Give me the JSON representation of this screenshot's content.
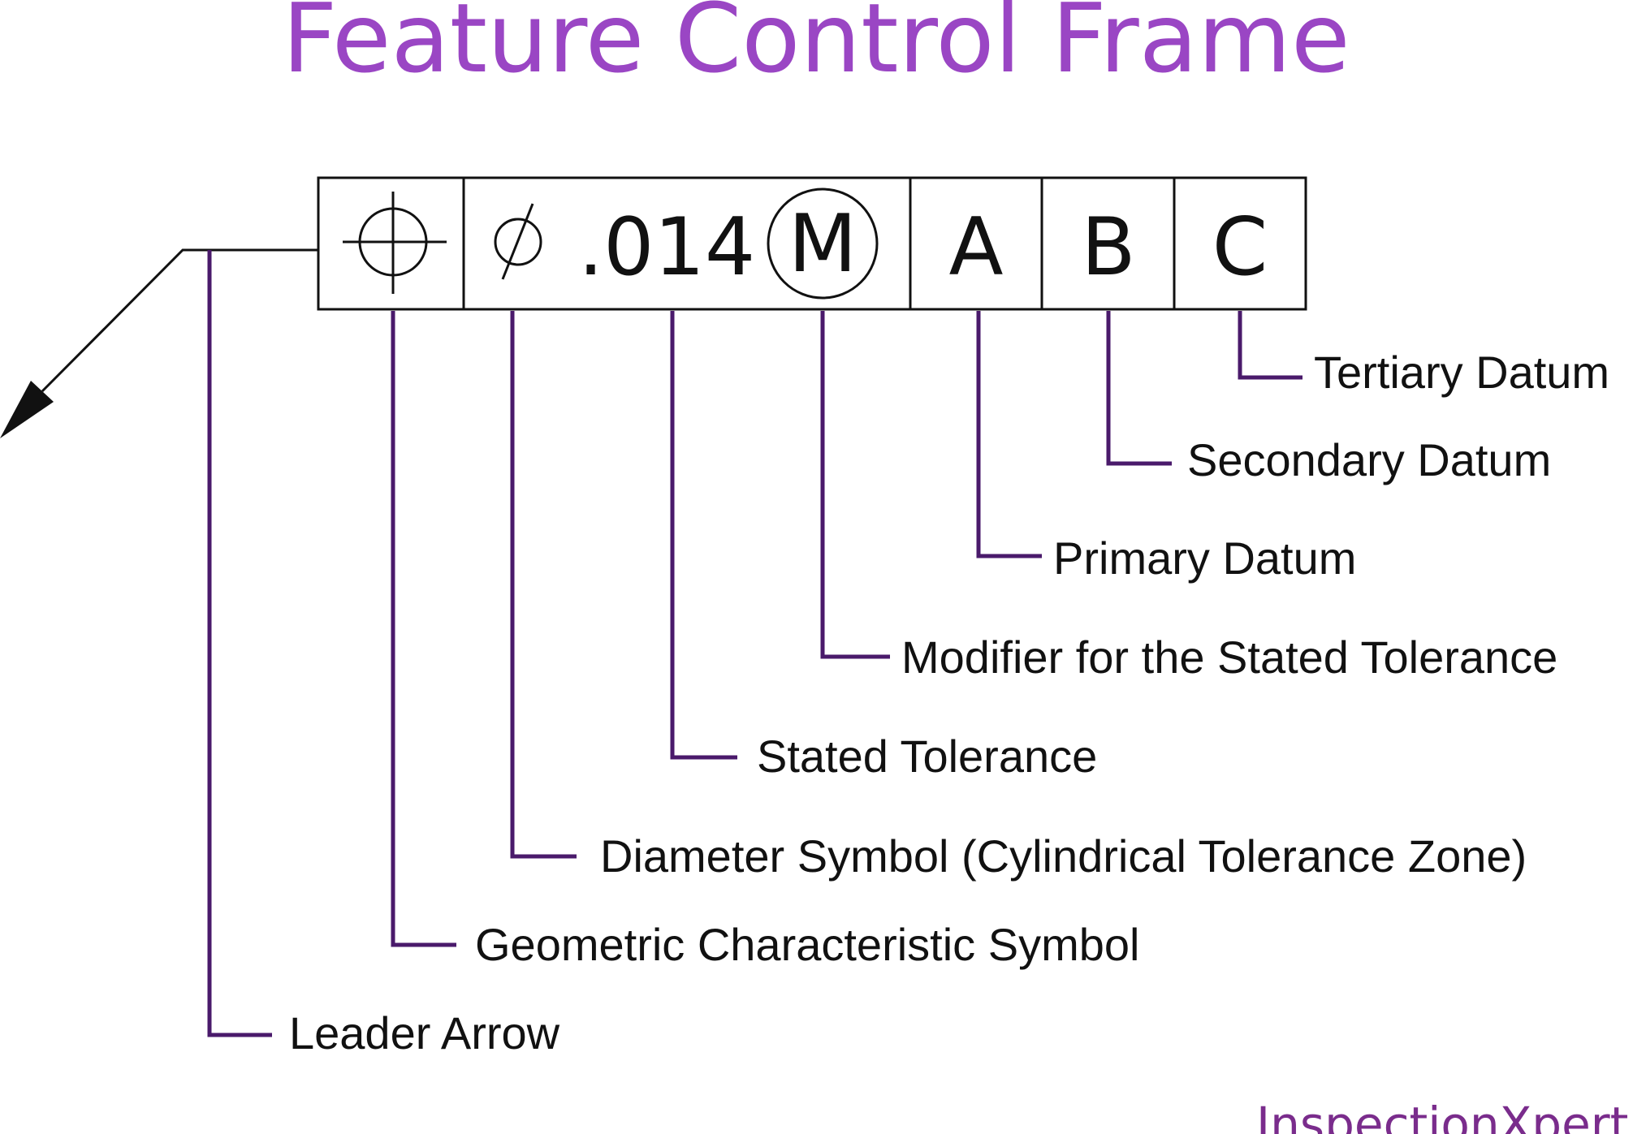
{
  "title": "Feature Control Frame",
  "frame": {
    "cells": [
      {
        "id": "geometric-symbol",
        "text": "",
        "icon": "position-symbol"
      },
      {
        "id": "tolerance",
        "diameter_glyph": "∅",
        "value": ".014",
        "modifier": "M"
      },
      {
        "id": "datum-a",
        "text": "A"
      },
      {
        "id": "datum-b",
        "text": "B"
      },
      {
        "id": "datum-c",
        "text": "C"
      }
    ]
  },
  "callouts": {
    "tertiary": "Tertiary Datum",
    "secondary": "Secondary Datum",
    "primary": "Primary Datum",
    "modifier": "Modifier for the Stated Tolerance",
    "tolerance": "Stated Tolerance",
    "diameter": "Diameter Symbol (Cylindrical Tolerance Zone)",
    "geometric": "Geometric Characteristic Symbol",
    "leader": "Leader Arrow"
  },
  "brand": "InspectionXpert",
  "colors": {
    "title": "#9a46c4",
    "callout_line": "#4a1a6b",
    "frame": "#111111",
    "brand": "#7a2c8c"
  }
}
